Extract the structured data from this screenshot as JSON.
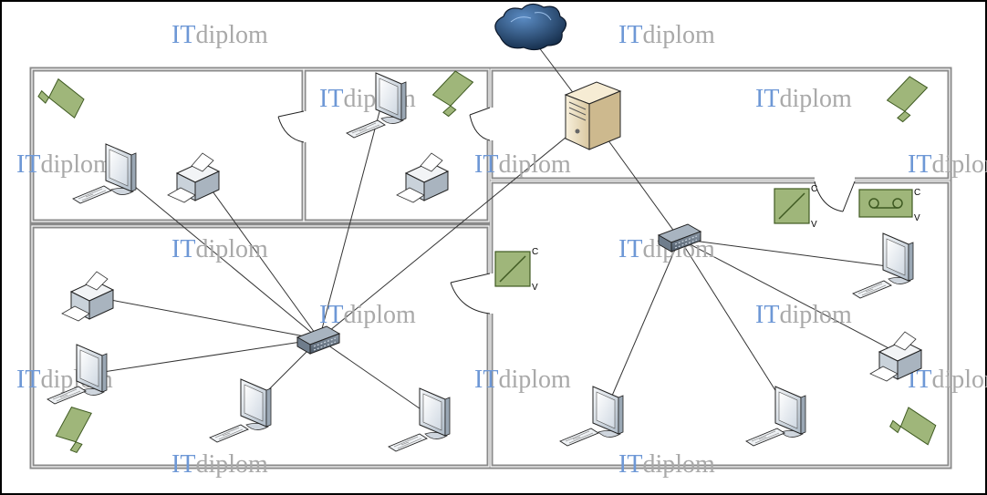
{
  "watermark": {
    "it": "IT",
    "rest": "diplom"
  },
  "labels": {
    "c": "C",
    "v": "V"
  },
  "colors": {
    "wall": "#9a9a9a",
    "wall_inner": "#ffffff",
    "camera": "#9fb67a",
    "camera_dark": "#5f7a3c",
    "cloud": "#1d3f66",
    "server": "#ebddbf",
    "device_light": "#eef1f4",
    "device_mid": "#b8c4d0",
    "switch": "#6f7d8c",
    "link": "#333333",
    "watermark_it": "#6e98d6",
    "watermark_rest": "#a9a9a9"
  },
  "icons": [
    "cloud-icon",
    "server-icon",
    "switch-icon",
    "monitor-icon",
    "keyboard-icon",
    "printer-icon",
    "camera-icon",
    "sensor-icon",
    "recorder-icon",
    "door-icon"
  ]
}
